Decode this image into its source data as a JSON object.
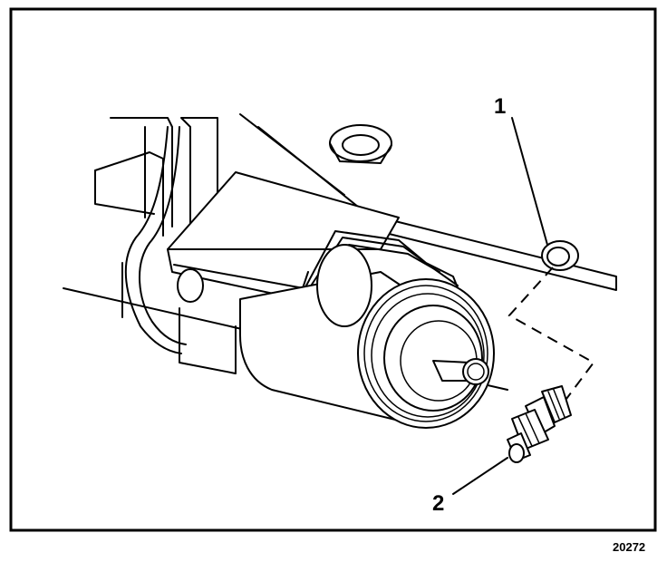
{
  "callouts": {
    "item_1": "1",
    "item_2": "2"
  },
  "figure_number": "20272"
}
